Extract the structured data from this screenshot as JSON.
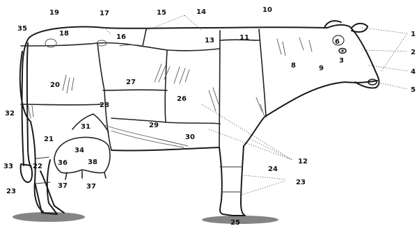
{
  "labels": [
    {
      "key": "l1",
      "text": "1"
    },
    {
      "key": "l2",
      "text": "2"
    },
    {
      "key": "l3",
      "text": "3"
    },
    {
      "key": "l4",
      "text": "4"
    },
    {
      "key": "l5",
      "text": "5"
    },
    {
      "key": "l6",
      "text": "6"
    },
    {
      "key": "l8",
      "text": "8"
    },
    {
      "key": "l9",
      "text": "9"
    },
    {
      "key": "l10",
      "text": "10"
    },
    {
      "key": "l11",
      "text": "11"
    },
    {
      "key": "l12",
      "text": "12"
    },
    {
      "key": "l13",
      "text": "13"
    },
    {
      "key": "l14",
      "text": "14"
    },
    {
      "key": "l15",
      "text": "15"
    },
    {
      "key": "l16",
      "text": "16"
    },
    {
      "key": "l17",
      "text": "17"
    },
    {
      "key": "l18",
      "text": "18"
    },
    {
      "key": "l19",
      "text": "19"
    },
    {
      "key": "l20",
      "text": "20"
    },
    {
      "key": "l21",
      "text": "21"
    },
    {
      "key": "l22",
      "text": "22"
    },
    {
      "key": "l23a",
      "text": "23"
    },
    {
      "key": "l23b",
      "text": "23"
    },
    {
      "key": "l24",
      "text": "24"
    },
    {
      "key": "l25",
      "text": "25"
    },
    {
      "key": "l26",
      "text": "26"
    },
    {
      "key": "l27",
      "text": "27"
    },
    {
      "key": "l28",
      "text": "28"
    },
    {
      "key": "l29",
      "text": "29"
    },
    {
      "key": "l30",
      "text": "30"
    },
    {
      "key": "l31",
      "text": "31"
    },
    {
      "key": "l32",
      "text": "32"
    },
    {
      "key": "l33",
      "text": "33"
    },
    {
      "key": "l34",
      "text": "34"
    },
    {
      "key": "l35",
      "text": "35"
    },
    {
      "key": "l36",
      "text": "36"
    },
    {
      "key": "l37a",
      "text": "37"
    },
    {
      "key": "l37b",
      "text": "37"
    },
    {
      "key": "l38",
      "text": "38"
    }
  ]
}
